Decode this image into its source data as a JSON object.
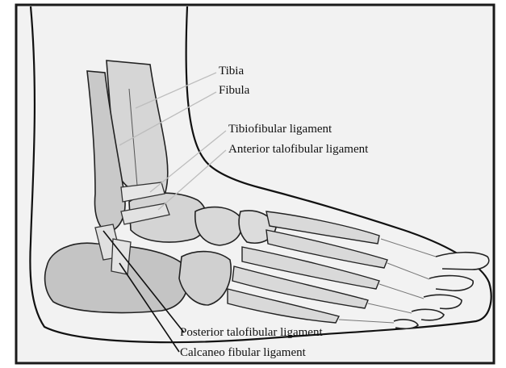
{
  "labels": {
    "tibia": "Tibia",
    "fibula": "Fibula",
    "tibiofibular": "Tibiofibular ligament",
    "anterior_talofibular": "Anterior talofibular ligament",
    "posterior_talofibular": "Posterior talofibular ligament",
    "calcaneo_fibular": "Calcaneo fibular ligament"
  },
  "colors": {
    "background": "#f2f2f2",
    "frame": "#1a1a1a",
    "bone": "#c8c8c8",
    "bone_light": "#dcdcdc",
    "outline": "#222222",
    "leader": "#bdbdbd",
    "leader_dark": "#111111"
  }
}
